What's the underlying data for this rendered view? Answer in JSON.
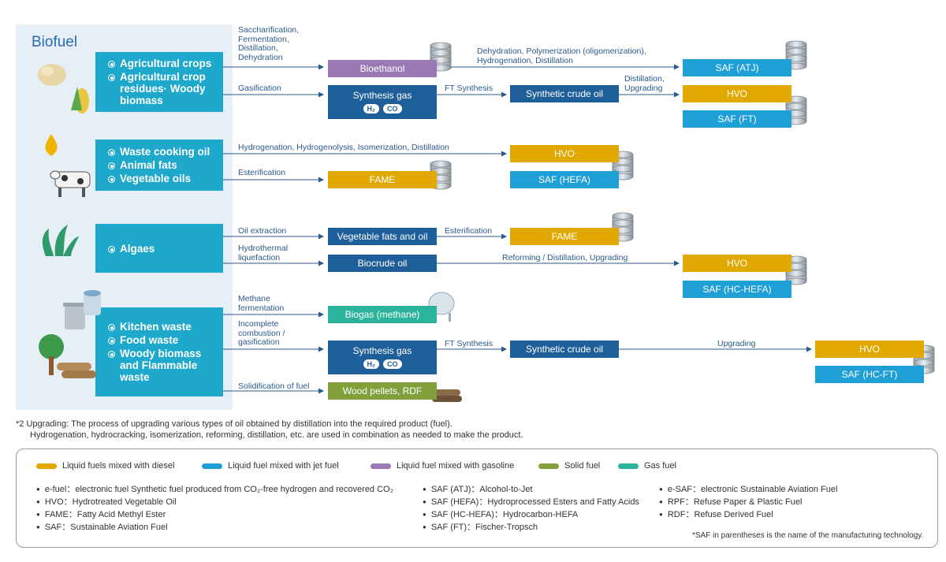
{
  "panel_title": "Biofuel",
  "sources": [
    [
      "Agricultural crops",
      "Agricultural crop residues· Woody biomass"
    ],
    [
      "Waste cooking oil",
      "Animal fats",
      "Vegetable oils"
    ],
    [
      "Algaes"
    ],
    [
      "Kitchen waste",
      "Food waste",
      "Woody biomass and Flammable waste"
    ]
  ],
  "process_labels": {
    "saccharification": "Saccharification,\nFermentation,\nDistillation,\nDehydration",
    "gasification": "Gasification",
    "dehydration_poly": "Dehydration, Polymerization (oligomerization),\nHydrogenation, Distillation",
    "ft_synthesis_1": "FT Synthesis",
    "distillation_upgrading": "Distillation,\nUpgrading",
    "hydrogenation": "Hydrogenation, Hydrogenolysis, Isomerization, Distillation",
    "esterification_1": "Esterification",
    "oil_extraction": "Oil extraction",
    "esterification_2": "Esterification",
    "hydrothermal": "Hydrothermal\nliquefaction",
    "reforming": "Reforming / Distillation, Upgrading",
    "methane_fermentation": "Methane\nfermentation",
    "incomplete_combustion": "Incomplete\ncombustion /\ngasification",
    "ft_synthesis_2": "FT Synthesis",
    "upgrading": "Upgrading",
    "solidification": "Solidification of fuel"
  },
  "boxes": {
    "bioethanol": "Bioethanol",
    "synthesis_gas_1": "Synthesis gas",
    "synthetic_crude_1": "Synthetic crude oil",
    "saf_atj": "SAF (ATJ)",
    "hvo_1": "HVO",
    "saf_ft": "SAF (FT)",
    "hvo_2": "HVO",
    "saf_hefa": "SAF (HEFA)",
    "fame_1": "FAME",
    "veg_fats": "Vegetable fats and oil",
    "fame_2": "FAME",
    "biocrude": "Biocrude oil",
    "hvo_3": "HVO",
    "saf_hc_hefa": "SAF (HC-HEFA)",
    "biogas": "Biogas (methane)",
    "synthesis_gas_2": "Synthesis gas",
    "synthetic_crude_2": "Synthetic crude oil",
    "hvo_4": "HVO",
    "saf_hc_ft": "SAF (HC-FT)",
    "wood_pellets": "Wood pellets, RDF"
  },
  "pills": {
    "h2": "H₂",
    "co": "CO"
  },
  "footnote": {
    "line1": "*2  Upgrading: The process of upgrading various types of oil obtained by distillation into the required product (fuel).",
    "line2": "Hydrogenation, hydrocracking, isomerization, reforming, distillation, etc. are used in combination as needed to make the product."
  },
  "legend": [
    {
      "label": "Liquid fuels mixed with diesel",
      "color": "#e0a800"
    },
    {
      "label": "Liquid fuel mixed with jet fuel",
      "color": "#1e9fd6"
    },
    {
      "label": "Liquid fuel mixed with gasoline",
      "color": "#9a79b5"
    },
    {
      "label": "Solid fuel",
      "color": "#80a03c"
    },
    {
      "label": "Gas fuel",
      "color": "#2bb39b"
    }
  ],
  "abbreviations": [
    "e-fuel：electronic fuel   Synthetic fuel produced from CO₂-free hydrogen and recovered CO₂",
    "HVO：Hydrotreated Vegetable Oil",
    "FAME：Fatty Acid Methyl Ester",
    "SAF：Sustainable Aviation Fuel",
    "SAF (ATJ)：Alcohol-to-Jet",
    "SAF (HEFA)：Hydroprocessed Esters and Fatty Acids",
    "SAF (HC-HEFA)：Hydrocarbon-HEFA",
    "SAF (FT)：Fischer-Tropsch",
    "e-SAF：electronic Sustainable Aviation Fuel",
    "RPF：Refuse Paper & Plastic Fuel",
    "RDF：Refuse Derived Fuel"
  ],
  "saf_note": "*SAF in parentheses is the name of the manufacturing technology.",
  "colors": {
    "diesel": "#e0a800",
    "jet": "#1e9fd6",
    "gasoline": "#9a79b5",
    "solid": "#80a03c",
    "gas": "#2bb39b",
    "intermediate": "#1f5f99",
    "source": "#1ea8cc"
  }
}
